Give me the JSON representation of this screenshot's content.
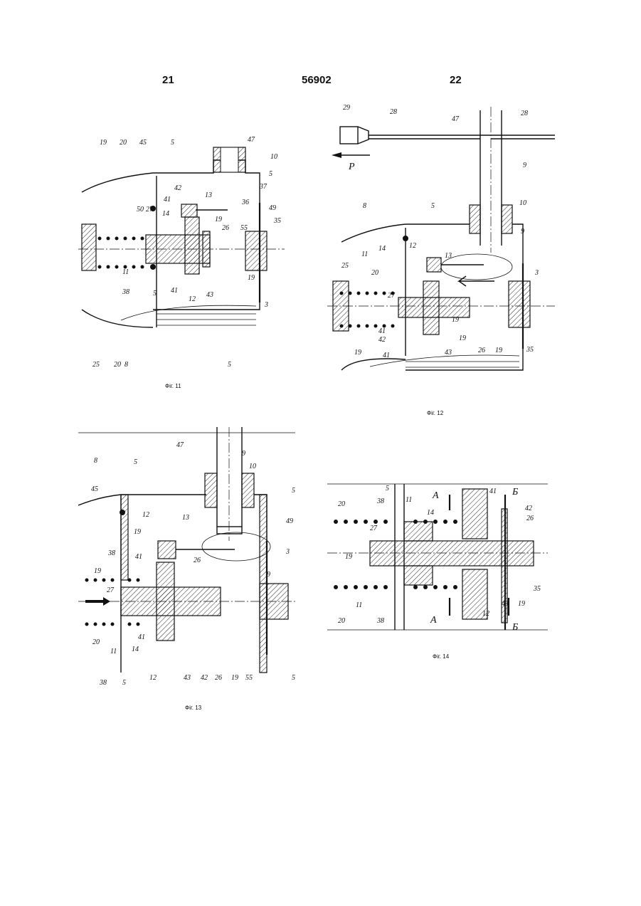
{
  "header": {
    "left_page": "21",
    "patent_number": "56902",
    "right_page": "22"
  },
  "figures": {
    "fig11": {
      "caption": "Фіг. 11",
      "labels": [
        "19",
        "20",
        "45",
        "5",
        "47",
        "10",
        "5",
        "37",
        "50",
        "42",
        "41",
        "13",
        "27",
        "14",
        "19",
        "26",
        "55",
        "49",
        "35",
        "36",
        "11",
        "38",
        "5",
        "41",
        "12",
        "43",
        "19",
        "3",
        "25",
        "20",
        "8",
        "5",
        "5"
      ]
    },
    "fig12": {
      "caption": "Фіг. 12",
      "labels": [
        "29",
        "28",
        "47",
        "28",
        "P",
        "9",
        "8",
        "5",
        "10",
        "9",
        "12",
        "13",
        "3",
        "11",
        "14",
        "25",
        "20",
        "27",
        "19",
        "41",
        "42",
        "43",
        "19",
        "26",
        "19",
        "35",
        "19",
        "41"
      ]
    },
    "fig13": {
      "caption": "Фіг. 13",
      "labels": [
        "47",
        "9",
        "8",
        "5",
        "10",
        "5",
        "45",
        "12",
        "13",
        "49",
        "3",
        "38",
        "19",
        "41",
        "19",
        "26",
        "27",
        "20",
        "11",
        "14",
        "41",
        "12",
        "43",
        "42",
        "26",
        "19",
        "55",
        "5",
        "38",
        "5",
        "9"
      ]
    },
    "fig14": {
      "caption": "Фіг. 14",
      "labels": [
        "5",
        "38",
        "11",
        "A",
        "41",
        "Б",
        "20",
        "14",
        "42",
        "26",
        "27",
        "19",
        "35",
        "43",
        "19",
        "11",
        "A",
        "12",
        "Б",
        "20",
        "38"
      ]
    }
  }
}
